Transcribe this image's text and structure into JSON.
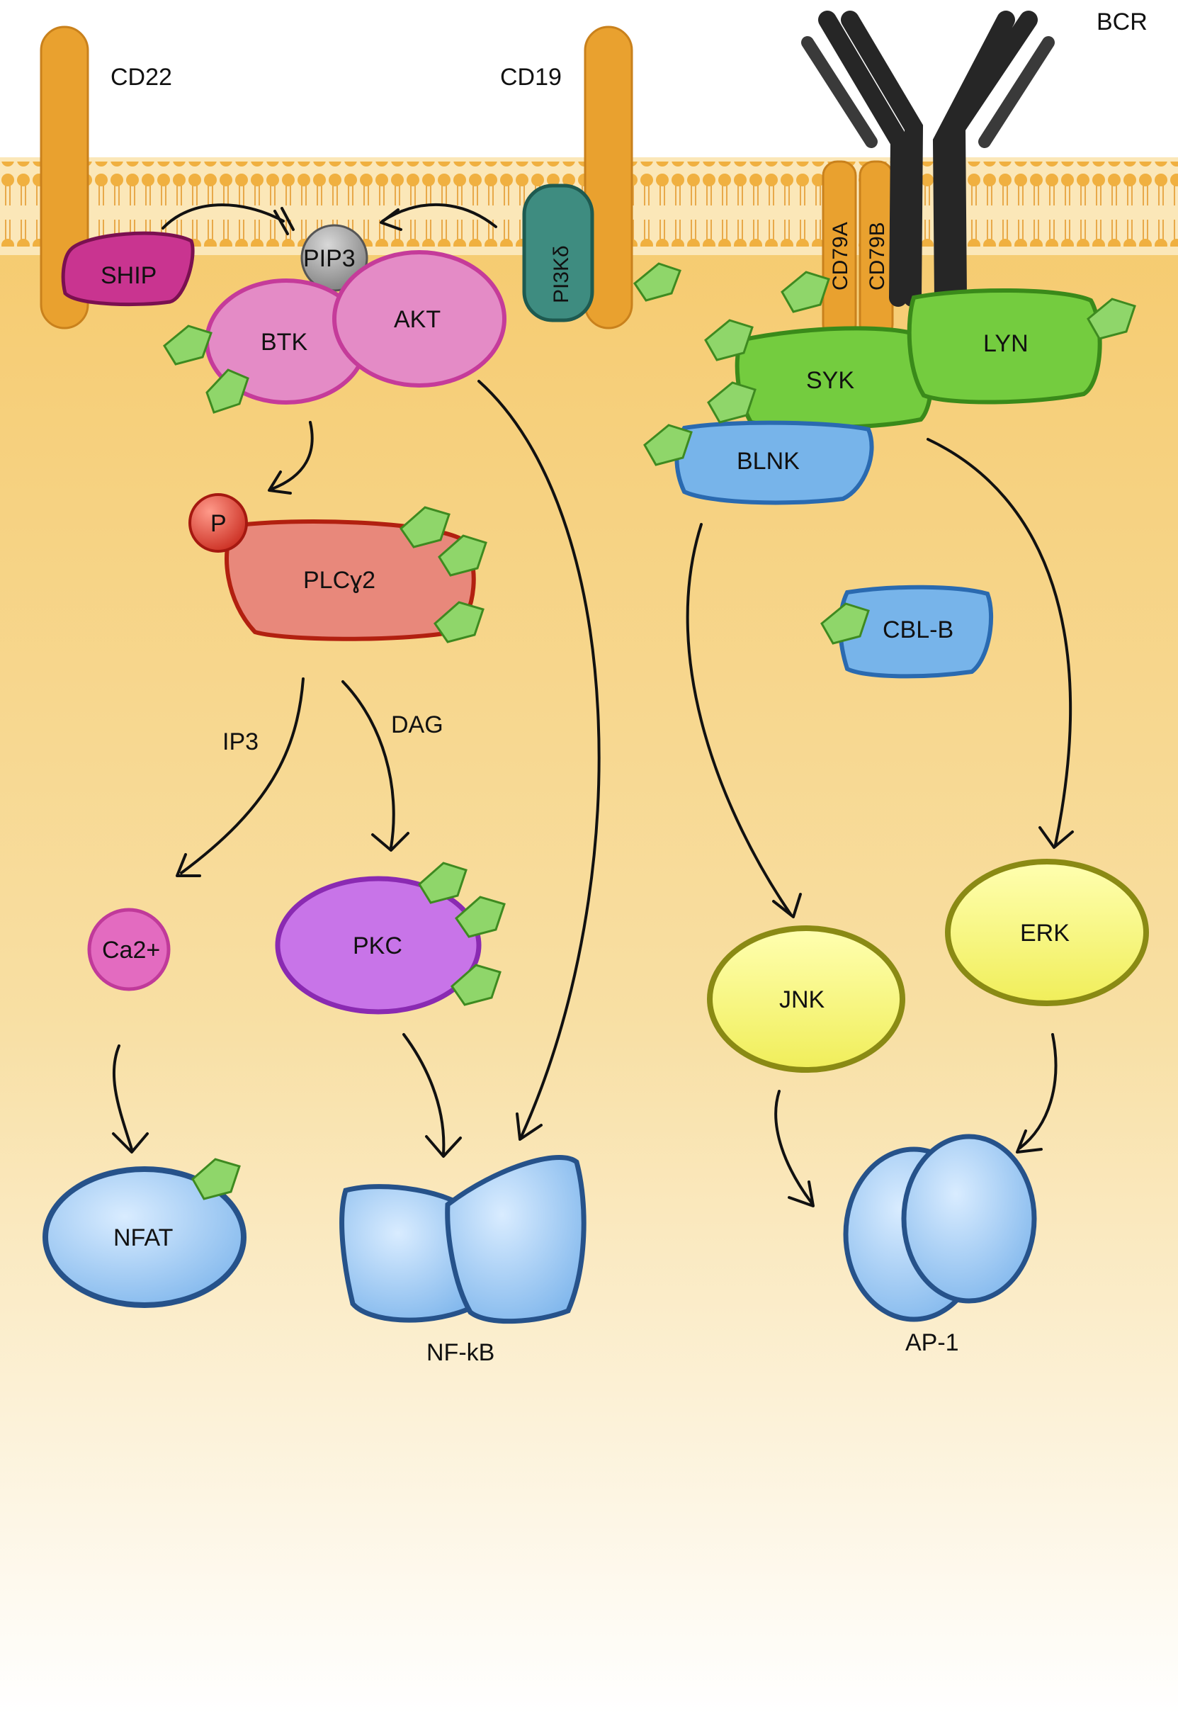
{
  "colors": {
    "cytoplasm_top": "#F5C96B",
    "cytoplasm_bottom": "#FFFFFF",
    "membrane_head": "#F0B040",
    "receptor_orange": "#E9A12F",
    "bcr_black": "#262626",
    "ship": "#C93490",
    "pip3": "#8E8E8E",
    "btk_akt": "#E48BC6",
    "pi3k": "#3E8C80",
    "syk_lyn": "#74CC3F",
    "blnk_cblb": "#77B4EA",
    "plcg2": "#E8887B",
    "phospho": "#D63A2A",
    "pkc": "#C874E8",
    "ca2": "#E36BC0",
    "jnk_erk": "#F2F26A",
    "transcription_factor": "#8EC2F0",
    "phospho_tag": "#8FD66A"
  },
  "receptors": {
    "cd22": "CD22",
    "cd19": "CD19",
    "bcr": "BCR",
    "cd79a": "CD79A",
    "cd79b": "CD79B"
  },
  "proteins": {
    "ship": "SHIP",
    "pip3": "PIP3",
    "btk": "BTK",
    "akt": "AKT",
    "pi3k": "PI3Kδ",
    "syk": "SYK",
    "lyn": "LYN",
    "blnk": "BLNK",
    "phospho": "P",
    "plcg2": "PLCɣ2",
    "cblb": "CBL-B",
    "pkc": "PKC",
    "ca2": "Ca2+",
    "jnk": "JNK",
    "erk": "ERK",
    "nfat": "NFAT",
    "nfkb": "NF-kB",
    "ap1": "AP-1"
  },
  "messengers": {
    "ip3": "IP3",
    "dag": "DAG"
  }
}
